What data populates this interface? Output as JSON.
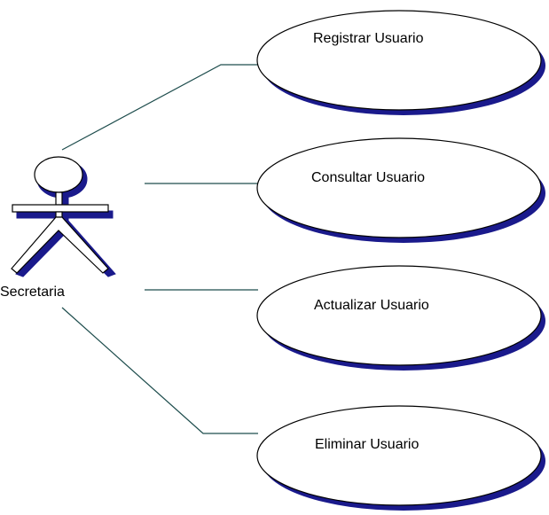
{
  "actor": {
    "name": "Secretaria"
  },
  "use_cases": [
    {
      "label": "Registrar Usuario"
    },
    {
      "label": "Consultar Usuario"
    },
    {
      "label": "Actualizar Usuario"
    },
    {
      "label": "Eliminar Usuario"
    }
  ],
  "colors": {
    "line": "#1e4d4d",
    "shadow": "#1a1a8c",
    "outline": "#000000",
    "fill": "#ffffff"
  }
}
